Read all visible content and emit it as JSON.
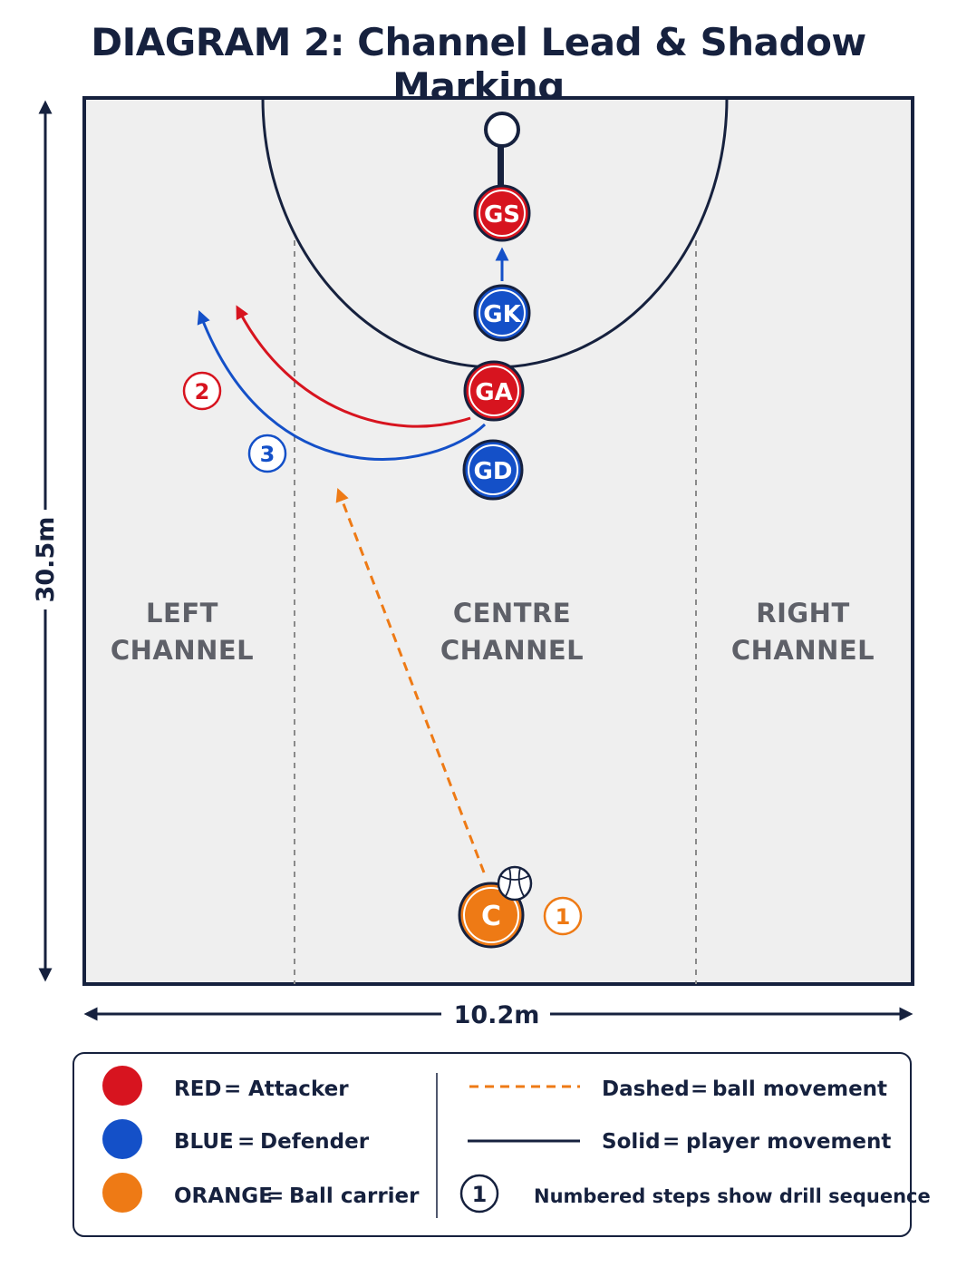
{
  "title": "DIAGRAM 2: Channel Lead & Shadow Marking",
  "dimensions": {
    "length": "30.5m",
    "width": "10.2m"
  },
  "zones": {
    "left": [
      "LEFT",
      "CHANNEL"
    ],
    "centre": [
      "CENTRE",
      "CHANNEL"
    ],
    "right": [
      "RIGHT",
      "CHANNEL"
    ]
  },
  "players": {
    "gs": "GS",
    "gk": "GK",
    "ga": "GA",
    "gd": "GD",
    "c": "C"
  },
  "steps": {
    "one": "1",
    "two": "2",
    "three": "3"
  },
  "colors": {
    "attacker": "#d7141f",
    "defender": "#1450c8",
    "ball_carrier": "#ee7a15",
    "navy": "#16213e",
    "court": "#efefef"
  },
  "legend": {
    "red": {
      "key": "RED",
      "eq": "=",
      "value": "Attacker"
    },
    "blue": {
      "key": "BLUE",
      "eq": "=",
      "value": "Defender"
    },
    "orange": {
      "key": "ORANGE",
      "eq": "=",
      "value": "Ball carrier"
    },
    "dashed": {
      "key": "Dashed",
      "eq": "=",
      "value": "ball movement"
    },
    "solid": {
      "key": "Solid",
      "eq": "=",
      "value": "player movement"
    },
    "numbered": {
      "symbol": "1",
      "text": "Numbered steps show drill sequence"
    }
  }
}
